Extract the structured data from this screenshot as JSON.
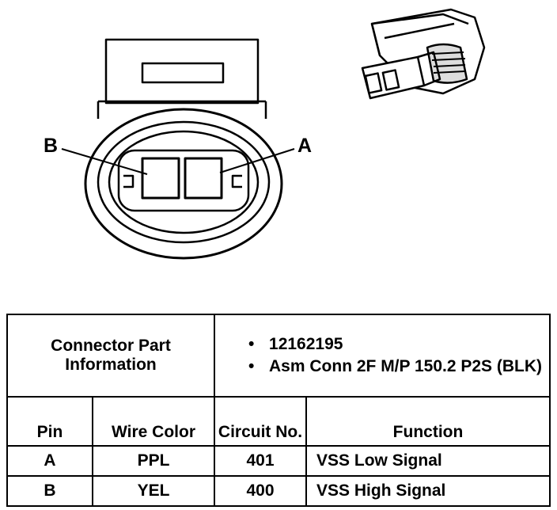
{
  "pin_labels": {
    "b": "B",
    "a": "A"
  },
  "table": {
    "part_info_label": "Connector Part Information",
    "part_info": [
      "12162195",
      "Asm Conn 2F M/P 150.2 P2S (BLK)"
    ],
    "headers": {
      "pin": "Pin",
      "wire_color": "Wire Color",
      "circuit_no": "Circuit No.",
      "function": "Function"
    },
    "rows": [
      {
        "pin": "A",
        "wire_color": "PPL",
        "circuit_no": "401",
        "function": "VSS Low Signal"
      },
      {
        "pin": "B",
        "wire_color": "YEL",
        "circuit_no": "400",
        "function": "VSS High Signal"
      }
    ]
  }
}
